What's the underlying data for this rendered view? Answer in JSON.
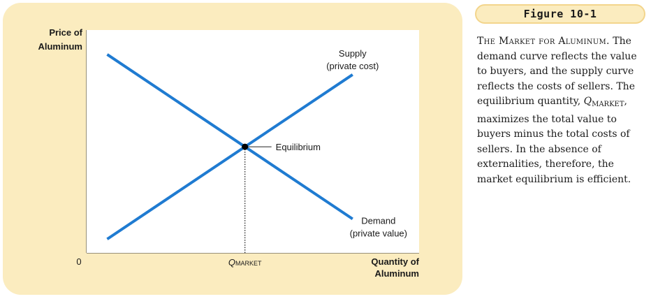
{
  "figure": {
    "label": "Figure 10-1",
    "caption": {
      "title": "The Market for Aluminum.",
      "line1": "The demand curve reflects the value to buyers, and the supply curve reflects the costs of sellers. The equilibrium quantity,",
      "q_symbol": "Q",
      "q_subscript": "MARKET",
      "line2": ", maximizes the total value to buyers minus the total costs of sellers. In the absence of externalities, therefore, the market equilibrium is efficient."
    }
  },
  "chart_data": {
    "type": "line",
    "ylabel_lines": [
      "Price of",
      "Aluminum"
    ],
    "xlabel_lines": [
      "Quantity of",
      "Aluminum"
    ],
    "origin_label": "0",
    "x_tick": {
      "symbol": "Q",
      "subscript": "MARKET",
      "x": 1
    },
    "xlim": [
      0,
      2.1
    ],
    "ylim": [
      0,
      2.1
    ],
    "series": [
      {
        "name_lines": [
          "Supply",
          "(private cost)"
        ],
        "color": "#1f7bd1",
        "x": [
          0.13,
          1.68
        ],
        "y": [
          0.13,
          1.68
        ]
      },
      {
        "name_lines": [
          "Demand",
          "(private value)"
        ],
        "color": "#1f7bd1",
        "x": [
          0.13,
          1.68
        ],
        "y": [
          1.87,
          0.32
        ]
      }
    ],
    "equilibrium": {
      "x": 1,
      "y": 1,
      "label": "Equilibrium"
    },
    "grid": false
  }
}
